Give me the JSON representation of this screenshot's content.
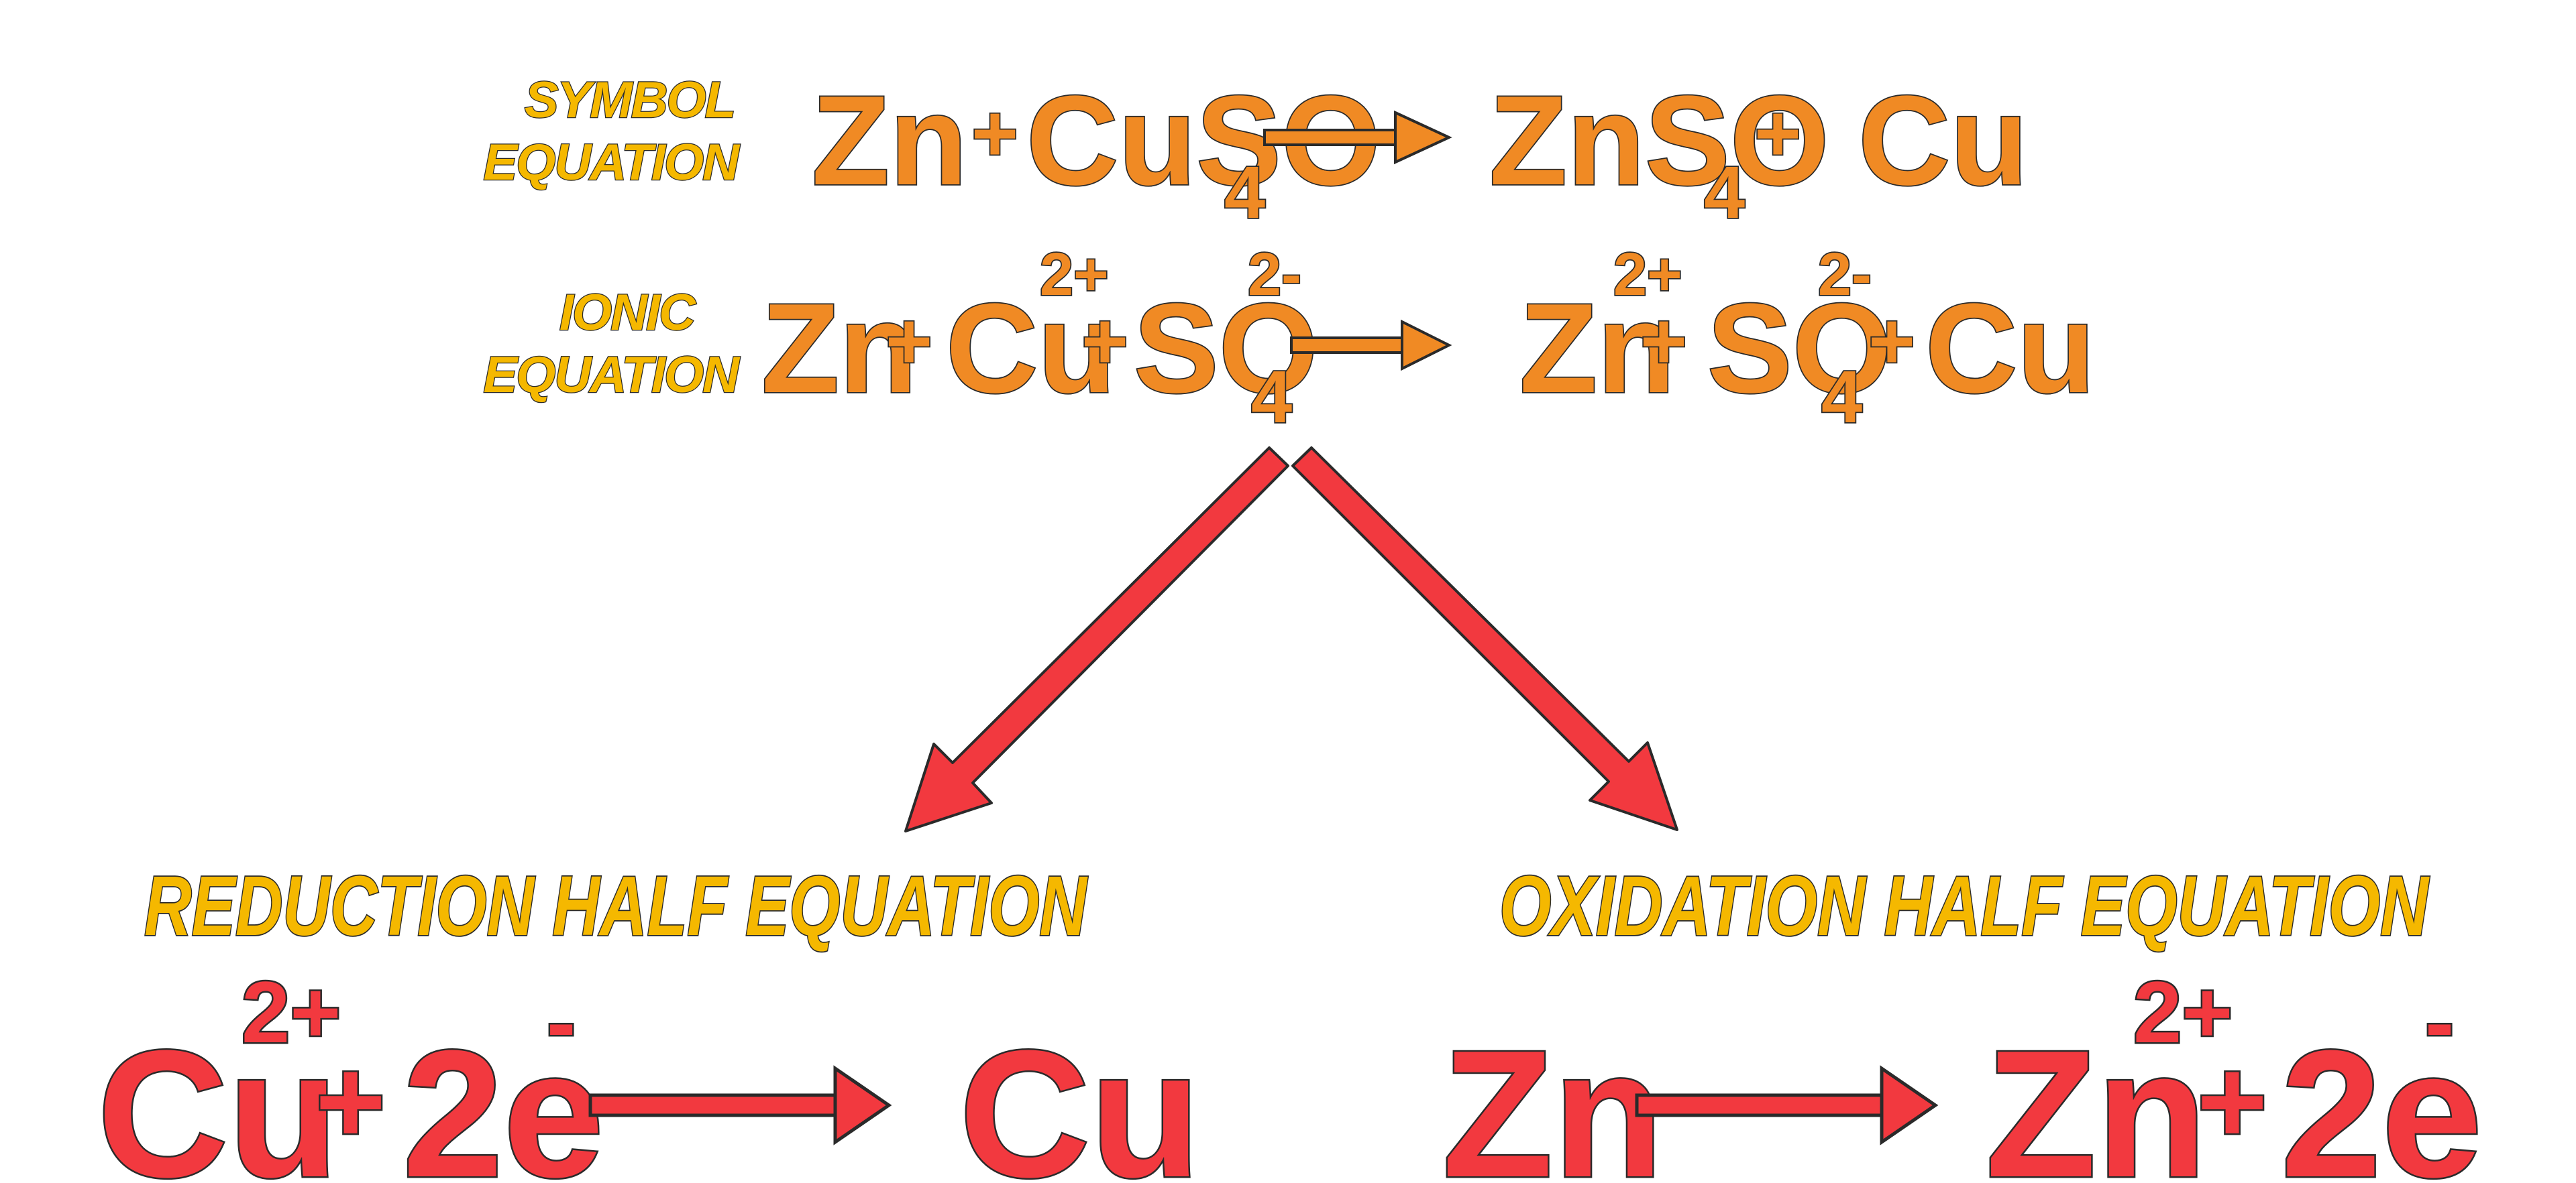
{
  "symbol_label": [
    "SYMBOL",
    "EQUATION"
  ],
  "ionic_label": [
    "IONIC",
    "EQUATION"
  ],
  "symbol_equation": {
    "r1": "Zn",
    "plus1": "+",
    "r2": "CuSO",
    "r2_sub": "4",
    "p1": "ZnSO",
    "p1_sub": "4",
    "plus2": "+",
    "p2": "Cu"
  },
  "ionic_equation": {
    "r1": "Zn",
    "plus1": "+",
    "r2": "Cu",
    "r2_sup": "2+",
    "plus2": "+",
    "r3": "SO",
    "r3_sup": "2-",
    "r3_sub": "4",
    "p1": "Zn",
    "p1_sup": "2+",
    "plus3": "+",
    "p2": "SO",
    "p2_sup": "2-",
    "p2_sub": "4",
    "plus4": "+",
    "p3": "Cu"
  },
  "reduction": {
    "heading": "REDUCTION HALF EQUATION",
    "r1": "Cu",
    "r1_sup": "2+",
    "plus": "+",
    "r2": "2e",
    "r2_sup": "-",
    "p1": "Cu"
  },
  "oxidation": {
    "heading": "OXIDATION HALF EQUATION",
    "r1": "Zn",
    "p1": "Zn",
    "p1_sup": "2+",
    "plus": "+",
    "p2": "2e",
    "p2_sup": "-"
  },
  "colors": {
    "orange": "#f08a24",
    "red": "#f2393f",
    "yellow": "#f5b800",
    "outline": "#2a2a2a"
  }
}
